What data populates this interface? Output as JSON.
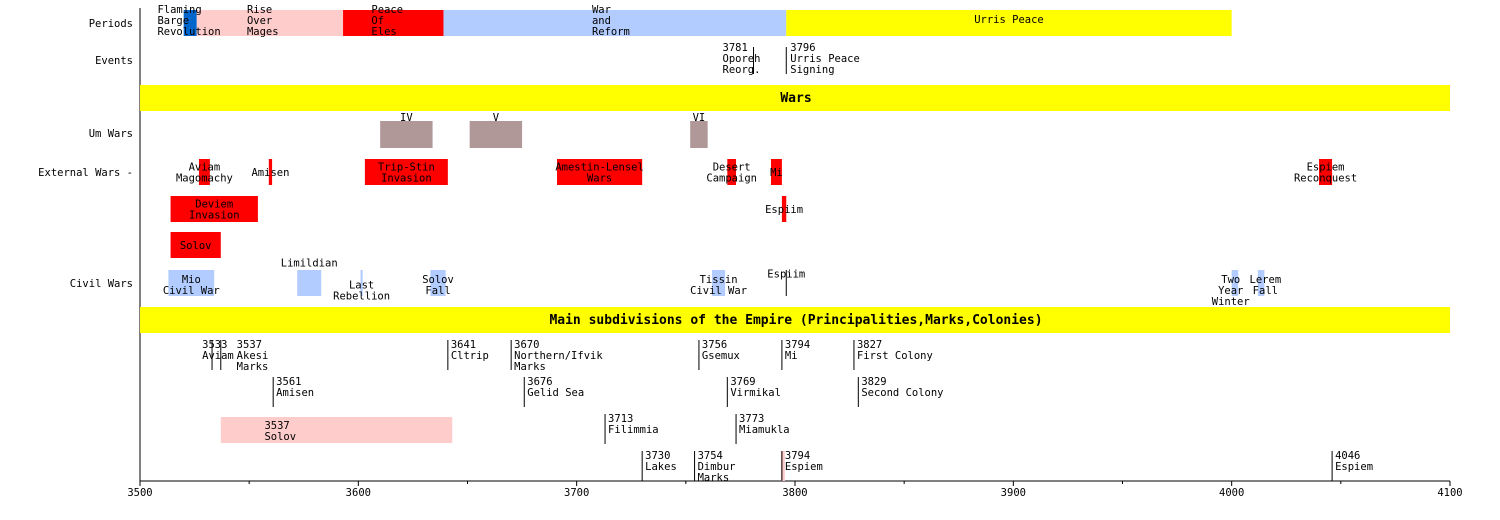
{
  "chart_data": {
    "type": "timeline",
    "xlim": [
      3500,
      4100
    ],
    "ticks": [
      3500,
      3600,
      3700,
      3800,
      3900,
      4000,
      4100
    ],
    "row_labels": {
      "periods": "Periods",
      "events": "Events",
      "um": "Um Wars",
      "ext": "External Wars -",
      "civil": "Civil Wars"
    },
    "headers": {
      "wars": "Wars",
      "subdivisions": "Main subdivisions of the Empire (Principalities,Marks,Colonies)"
    },
    "colors": {
      "darkblue": "#0066cc",
      "pink": "#ffcccc",
      "red": "#ff0000",
      "lightblue": "#b3ccff",
      "yellow": "#ffff00",
      "um": "#b09898"
    },
    "periods": [
      {
        "from": 3520,
        "to": 3526,
        "color": "darkblue",
        "label": [
          "Flaming",
          "Barge",
          "Revolution"
        ],
        "label_at": 3508
      },
      {
        "from": 3526,
        "to": 3593,
        "color": "pink",
        "label": [
          "Rise",
          "Over",
          "Mages"
        ],
        "label_at": 3549
      },
      {
        "from": 3593,
        "to": 3639,
        "color": "red",
        "label": [
          "Peace",
          "Of",
          "Eles"
        ],
        "label_at": 3606
      },
      {
        "from": 3639,
        "to": 3796,
        "color": "lightblue",
        "label": [
          "War",
          "and",
          "Reform"
        ],
        "label_at": 3707
      },
      {
        "from": 3796,
        "to": 4000,
        "color": "yellow",
        "label": [
          "Urris Peace"
        ],
        "label_at": 3898,
        "center": true
      }
    ],
    "events": [
      {
        "year": 3781,
        "label": [
          "3781",
          "Oporeh",
          "Reorg."
        ],
        "side": "left"
      },
      {
        "year": 3796,
        "label": [
          "3796",
          "Urris Peace",
          "Signing"
        ],
        "side": "right"
      }
    ],
    "um_wars": [
      {
        "from": 3610,
        "to": 3634,
        "label": "IV"
      },
      {
        "from": 3651,
        "to": 3675,
        "label": "V"
      },
      {
        "from": 3752,
        "to": 3760,
        "label": "VI"
      }
    ],
    "external_wars": [
      {
        "row": 0,
        "from": 3527,
        "to": 3532,
        "label": [
          "Aviam",
          "Magomachy"
        ]
      },
      {
        "row": 0,
        "from": 3559,
        "to": 3560.5,
        "label": [
          "Amisen"
        ]
      },
      {
        "row": 0,
        "from": 3603,
        "to": 3641,
        "label": [
          "Trip-Stin",
          "Invasion"
        ]
      },
      {
        "row": 0,
        "from": 3691,
        "to": 3730,
        "label": [
          "Amestin-Lensel",
          "Wars"
        ]
      },
      {
        "row": 0,
        "from": 3769,
        "to": 3773,
        "label": [
          "Desert",
          "Campaign"
        ]
      },
      {
        "row": 0,
        "from": 3789,
        "to": 3794,
        "label": [
          "Mi"
        ]
      },
      {
        "row": 0,
        "from": 4040,
        "to": 4046,
        "label": [
          "Espiem",
          "Reconquest"
        ]
      },
      {
        "row": 1,
        "from": 3514,
        "to": 3554,
        "label": [
          "Deviem",
          "Invasion"
        ]
      },
      {
        "row": 1,
        "from": 3794,
        "to": 3796,
        "label": [
          "Espiim"
        ]
      },
      {
        "row": 2,
        "from": 3514,
        "to": 3537,
        "label": [
          "Solov"
        ]
      }
    ],
    "civil_wars": [
      {
        "from": 3513,
        "to": 3534,
        "label": [
          "Mio",
          "Civil War"
        ],
        "dy": 1
      },
      {
        "from": 3572,
        "to": 3583,
        "label": [
          "Limildian"
        ],
        "dy": -0.5
      },
      {
        "from": 3601,
        "to": 3602,
        "label": [
          "Last",
          "Rebellion"
        ],
        "dy": 1.5
      },
      {
        "from": 3633,
        "to": 3640,
        "label": [
          "Solov",
          "Fall"
        ],
        "dy": 1
      },
      {
        "from": 3762,
        "to": 3768,
        "label": [
          "Tissin",
          "Civil War"
        ],
        "dy": 1
      },
      {
        "from": 3796,
        "to": 3796,
        "label": [
          "Espiim"
        ],
        "dy": 0.5,
        "line": true
      },
      {
        "from": 4000,
        "to": 4003,
        "label": [
          "Two",
          "Year",
          "Winter"
        ],
        "dy": 1
      },
      {
        "from": 4012,
        "to": 4015,
        "label": [
          "Lerem",
          "Fall"
        ],
        "dy": 1
      }
    ],
    "subdivisions": [
      {
        "row": 0,
        "year": 3533,
        "label": [
          "3533",
          "Aviam"
        ]
      },
      {
        "row": 0,
        "year": 3537,
        "label": [
          "3537",
          "Akesi",
          "Marks"
        ]
      },
      {
        "row": 0,
        "year": 3641,
        "label": [
          "3641",
          "Cltrip"
        ]
      },
      {
        "row": 0,
        "year": 3670,
        "label": [
          "3670",
          "Northern/Ifvik",
          "Marks"
        ]
      },
      {
        "row": 0,
        "year": 3756,
        "label": [
          "3756",
          "Gsemux"
        ]
      },
      {
        "row": 0,
        "year": 3794,
        "label": [
          "3794",
          "Mi"
        ]
      },
      {
        "row": 0,
        "year": 3827,
        "label": [
          "3827",
          "First Colony"
        ]
      },
      {
        "row": 1,
        "year": 3561,
        "label": [
          "3561",
          "Amisen"
        ]
      },
      {
        "row": 1,
        "year": 3676,
        "label": [
          "3676",
          "Gelid Sea"
        ]
      },
      {
        "row": 1,
        "year": 3769,
        "label": [
          "3769",
          "Virmikal"
        ]
      },
      {
        "row": 1,
        "year": 3829,
        "label": [
          "3829",
          "Second Colony"
        ]
      },
      {
        "row": 2,
        "year": 3537,
        "to": 3643,
        "bar": true,
        "label": [
          "3537",
          "Solov"
        ],
        "label_at": 3557
      },
      {
        "row": 2,
        "year": 3713,
        "label": [
          "3713",
          "Filimmia"
        ]
      },
      {
        "row": 2,
        "year": 3773,
        "label": [
          "3773",
          "Miamukla"
        ]
      },
      {
        "row": 3,
        "year": 3730,
        "label": [
          "3730",
          "Lakes"
        ]
      },
      {
        "row": 3,
        "year": 3754,
        "label": [
          "3754",
          "Dimbur",
          "Marks"
        ]
      },
      {
        "row": 3,
        "year": 3794,
        "label": [
          "3794",
          "Espiem"
        ],
        "pinkbar": true
      },
      {
        "row": 3,
        "year": 4046,
        "label": [
          "4046",
          "Espiem"
        ]
      }
    ]
  }
}
